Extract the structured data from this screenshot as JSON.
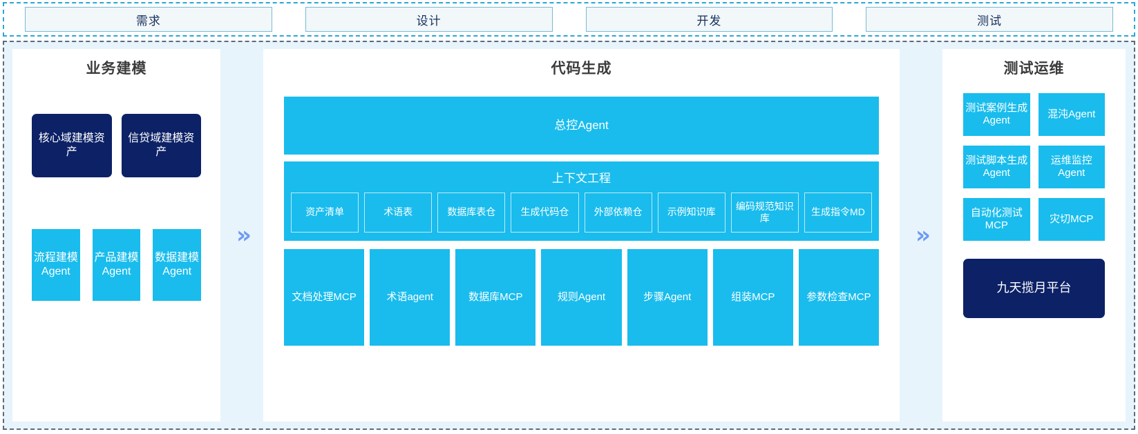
{
  "stages": [
    {
      "label": "需求"
    },
    {
      "label": "设计"
    },
    {
      "label": "开发"
    },
    {
      "label": "测试"
    }
  ],
  "separators": {
    "chevron": "»"
  },
  "colors": {
    "cyan": "#19bced",
    "navy": "#0c2166",
    "chevron": "#6e9bf2",
    "panel_bg": "#e7f4fc",
    "stage_border": "#79b9d4",
    "stage_fill": "#f2f7fa",
    "stage_text": "#17305c",
    "title_text": "#3b3b3b"
  },
  "panels": {
    "business_modeling": {
      "title": "业务建模",
      "assets": [
        {
          "label": "核心域建模资产"
        },
        {
          "label": "信贷域建模资产"
        }
      ],
      "agents": [
        {
          "label": "流程建模Agent"
        },
        {
          "label": "产品建模Agent"
        },
        {
          "label": "数据建模Agent"
        }
      ]
    },
    "code_generation": {
      "title": "代码生成",
      "master_agent": "总控Agent",
      "context_engineering": {
        "title": "上下文工程",
        "items": [
          {
            "label": "资产清单"
          },
          {
            "label": "术语表"
          },
          {
            "label": "数据库表仓"
          },
          {
            "label": "生成代码仓"
          },
          {
            "label": "外部依赖仓"
          },
          {
            "label": "示例知识库"
          },
          {
            "label": "编码规范知识库"
          },
          {
            "label": "生成指令MD"
          }
        ]
      },
      "tools": [
        {
          "label": "文档处理MCP"
        },
        {
          "label": "术语agent"
        },
        {
          "label": "数据库MCP"
        },
        {
          "label": "规则Agent"
        },
        {
          "label": "步骤Agent"
        },
        {
          "label": "组装MCP"
        },
        {
          "label": "参数检查MCP"
        }
      ]
    },
    "test_ops": {
      "title": "测试运维",
      "items": [
        {
          "label": "测试案例生成Agent"
        },
        {
          "label": "混沌Agent"
        },
        {
          "label": "测试脚本生成Agent"
        },
        {
          "label": "运维监控Agent"
        },
        {
          "label": "自动化测试MCP"
        },
        {
          "label": "灾切MCP"
        }
      ],
      "platform": {
        "label": "九天揽月平台"
      }
    }
  }
}
